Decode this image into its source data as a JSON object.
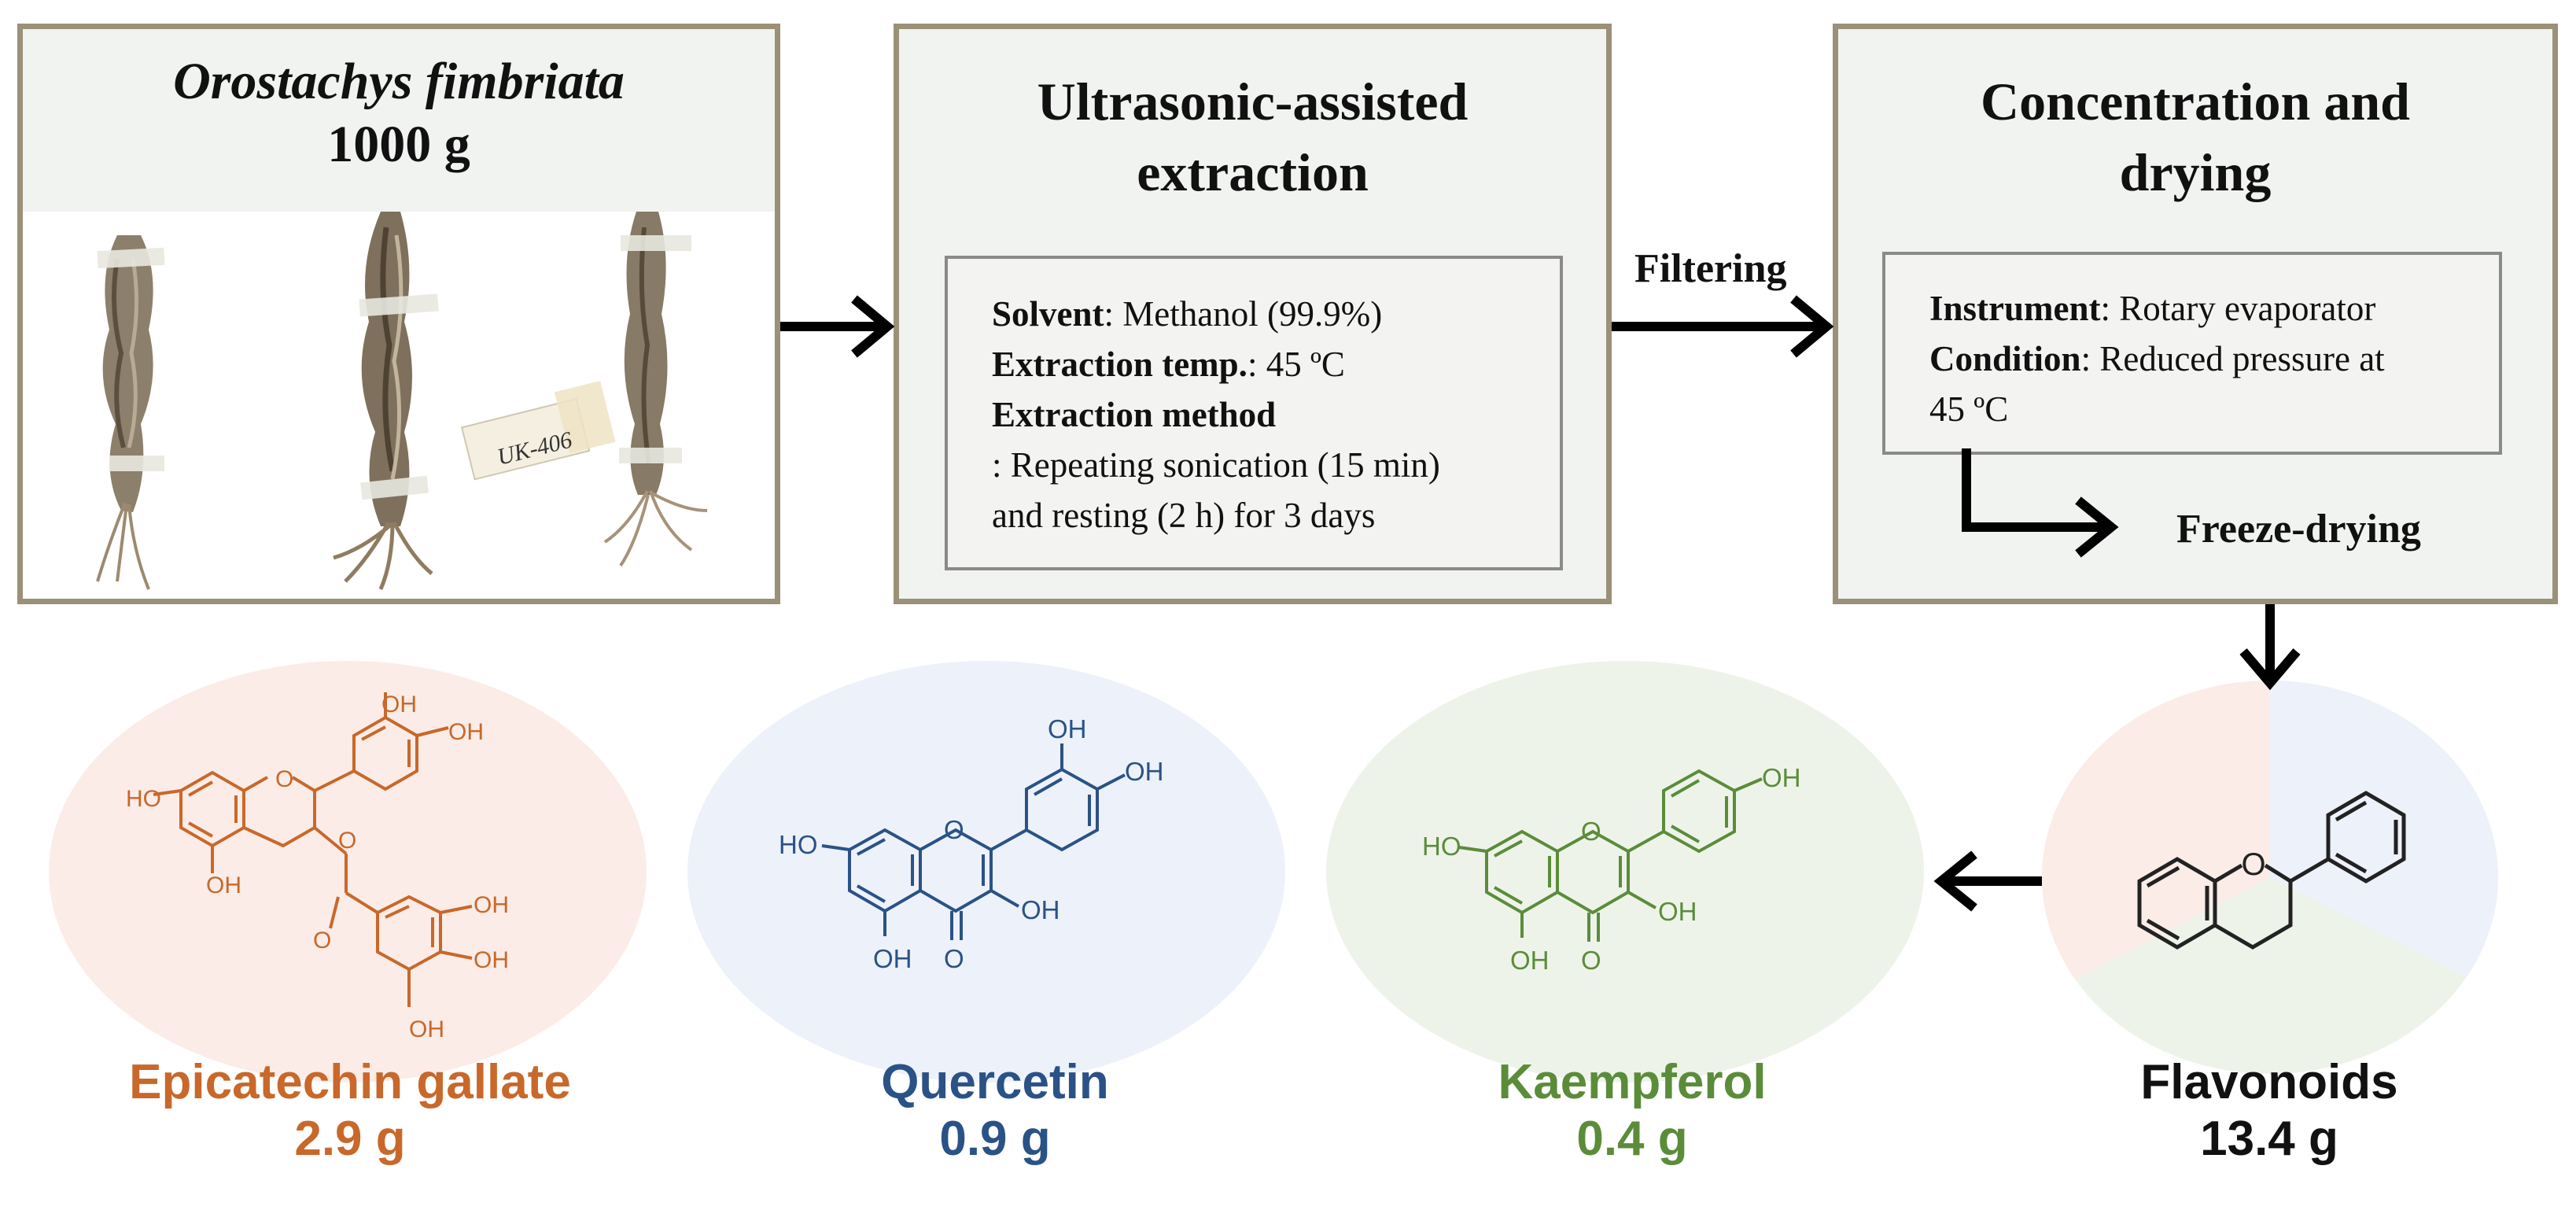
{
  "step1": {
    "species": "Orostachys fimbriata",
    "amount": "1000 g",
    "specimen_tag": "UK-406"
  },
  "step2": {
    "title_line1": "Ultrasonic-assisted",
    "title_line2": "extraction",
    "solvent_label": "Solvent",
    "solvent_value": ": Methanol (99.9%)",
    "temp_label": "Extraction temp.",
    "temp_value": ": 45 ºC",
    "method_label": "Extraction method",
    "method_line1": ": Repeating sonication (15 min)",
    "method_line2": "and resting (2 h) for 3 days"
  },
  "arrow_filtering_label": "Filtering",
  "step3": {
    "title_line1": "Concentration and",
    "title_line2": "drying",
    "instrument_label": "Instrument",
    "instrument_value": ": Rotary evaporator",
    "condition_label": "Condition",
    "condition_value": ": Reduced pressure at",
    "condition_line2": "45 ºC",
    "freeze_drying": "Freeze-drying"
  },
  "results": {
    "flavonoids": {
      "name": "Flavonoids",
      "amount": "13.4 g",
      "color": "#111111"
    },
    "kaempferol": {
      "name": "Kaempferol",
      "amount": "0.4 g",
      "color": "#5b8c3a"
    },
    "quercetin": {
      "name": "Quercetin",
      "amount": "0.9 g",
      "color": "#2a5286"
    },
    "epicatechin_gallate": {
      "name": "Epicatechin gallate",
      "amount": "2.9 g",
      "color": "#c8682a"
    }
  },
  "chem_labels": {
    "hydroxyl": "OH",
    "hydroxyl_left": "HO",
    "oxygen": "O"
  },
  "colors": {
    "box_border": "#9b9078",
    "box_fill": "#f1f3f0",
    "ecg_bg": "#fbece7",
    "quercetin_bg": "#edf1f9",
    "kaempferol_bg": "#eef3ea"
  }
}
